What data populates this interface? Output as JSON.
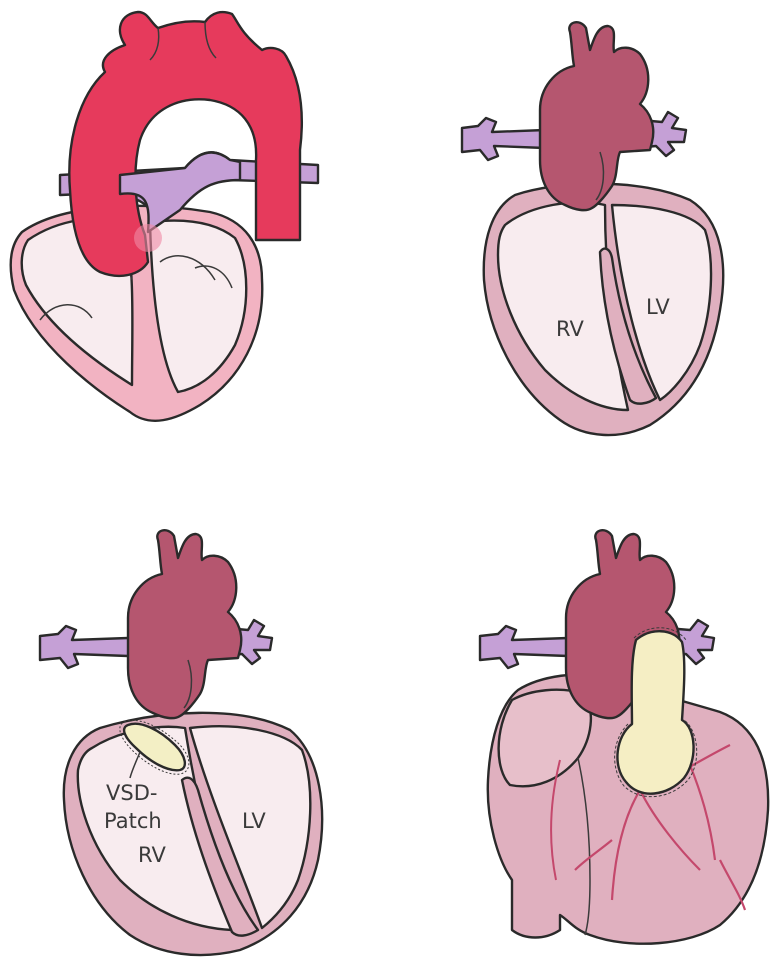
{
  "colors": {
    "aorta_bright": "#e63a5c",
    "aorta_muted": "#b5566f",
    "pulmonary_lilac": "#c5a0d6",
    "pulmonary_lumen": "#6b1a5a",
    "myocardium_bright": "#f2b3c2",
    "myocardium_muted": "#e0b0bf",
    "chamber_fill": "#f8ecef",
    "patch": "#f3efc5",
    "conduit": "#f5eec4",
    "coronary": "#c4486c"
  },
  "panels": [
    {
      "name": "panel-1",
      "labels": {}
    },
    {
      "name": "panel-2",
      "labels": {
        "rv": "RV",
        "lv": "LV"
      }
    },
    {
      "name": "panel-3",
      "labels": {
        "vsd_patch_line1": "VSD-",
        "vsd_patch_line2": "Patch",
        "rv": "RV",
        "lv": "LV"
      }
    },
    {
      "name": "panel-4",
      "labels": {}
    }
  ]
}
